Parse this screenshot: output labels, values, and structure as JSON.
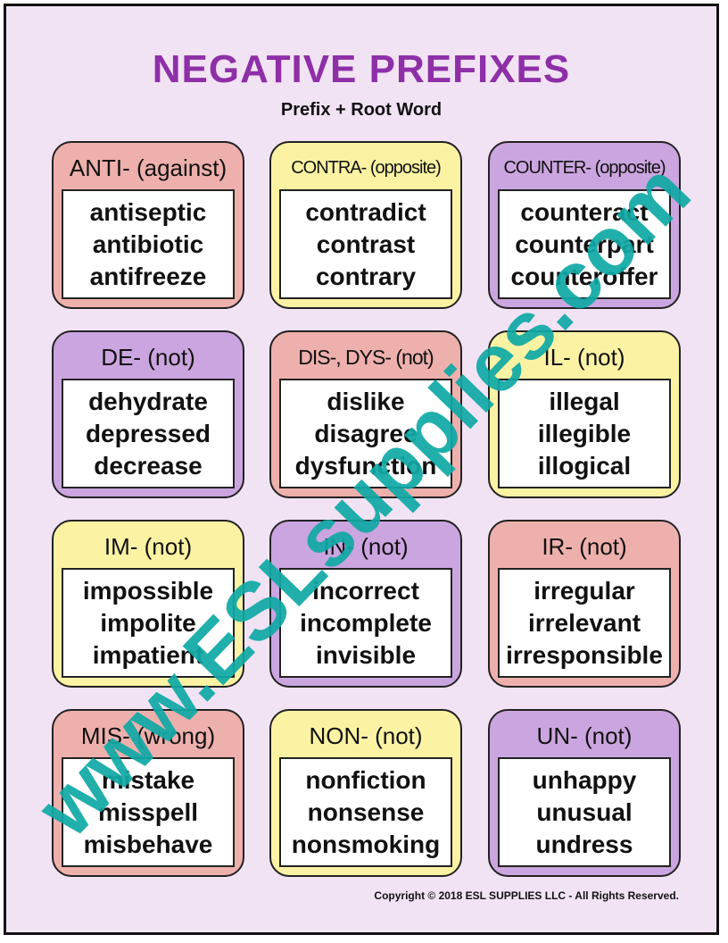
{
  "title": "NEGATIVE PREFIXES",
  "subtitle": "Prefix + Root Word",
  "cards": [
    {
      "prefix": "ANTI- (against)",
      "color": "#eeb0ac",
      "words": [
        "antiseptic",
        "antibiotic",
        "antifreeze"
      ]
    },
    {
      "prefix": "CONTRA- (opposite)",
      "color": "#fbf3a3",
      "words": [
        "contradict",
        "contrast",
        "contrary"
      ]
    },
    {
      "prefix": "COUNTER- (opposite)",
      "color": "#cba5df",
      "words": [
        "counteract",
        "counterpart",
        "counteroffer"
      ]
    },
    {
      "prefix": "DE- (not)",
      "color": "#cba5df",
      "words": [
        "dehydrate",
        "depressed",
        "decrease"
      ]
    },
    {
      "prefix": "DIS-, DYS- (not)",
      "color": "#eeb0ac",
      "words": [
        "dislike",
        "disagree",
        "dysfunction"
      ]
    },
    {
      "prefix": "IL- (not)",
      "color": "#fbf3a3",
      "words": [
        "illegal",
        "illegible",
        "illogical"
      ]
    },
    {
      "prefix": "IM- (not)",
      "color": "#fbf3a3",
      "words": [
        "impossible",
        "impolite",
        "impatient"
      ]
    },
    {
      "prefix": "IN- (not)",
      "color": "#cba5df",
      "words": [
        "incorrect",
        "incomplete",
        "invisible"
      ]
    },
    {
      "prefix": "IR- (not)",
      "color": "#eeb0ac",
      "words": [
        "irregular",
        "irrelevant",
        "irresponsible"
      ]
    },
    {
      "prefix": "MIS- (wrong)",
      "color": "#eeb0ac",
      "words": [
        "mistake",
        "misspell",
        "misbehave"
      ]
    },
    {
      "prefix": "NON- (not)",
      "color": "#fbf3a3",
      "words": [
        "nonfiction",
        "nonsense",
        "nonsmoking"
      ]
    },
    {
      "prefix": "UN- (not)",
      "color": "#cba5df",
      "words": [
        "unhappy",
        "unusual",
        "undress"
      ]
    }
  ],
  "copyright": "Copyright © 2018 ESL SUPPLIES LLC - All Rights Reserved.",
  "watermark": "www.ESLsupplies.com"
}
